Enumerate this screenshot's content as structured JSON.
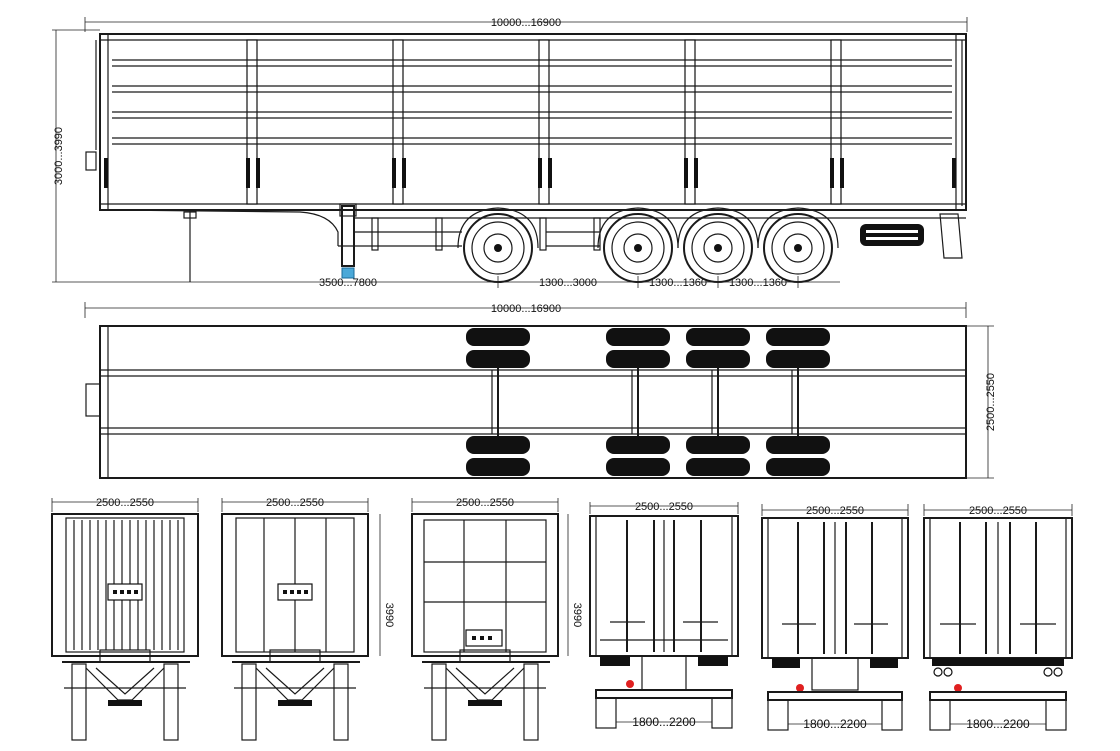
{
  "colors": {
    "line": "#1a1a1a",
    "accent_blue": "#4aa8d8",
    "lamp_red": "#e02020"
  },
  "side_view": {
    "length_label": "10000...16900",
    "height_label": "3000...3990",
    "kingpin_label": "3500...7800",
    "axle_gap_label": "1300...3000",
    "axle_spacing_1": "1300...1360",
    "axle_spacing_2": "1300...1360"
  },
  "top_view": {
    "length_label": "10000...16900",
    "width_label": "2500...2550"
  },
  "front_views": [
    {
      "width_label": "2500...2550"
    },
    {
      "width_label": "2500...2550",
      "height_label": "3990"
    },
    {
      "width_label": "2500...2550",
      "height_label": "3990"
    }
  ],
  "third_height_label": "3990",
  "rear_views": [
    {
      "width_label": "2500...2550",
      "track_label": "1800...2200"
    },
    {
      "width_label": "2500...2550",
      "track_label": "1800...2200"
    },
    {
      "width_label": "2500...2550",
      "track_label": "1800...2200"
    }
  ]
}
